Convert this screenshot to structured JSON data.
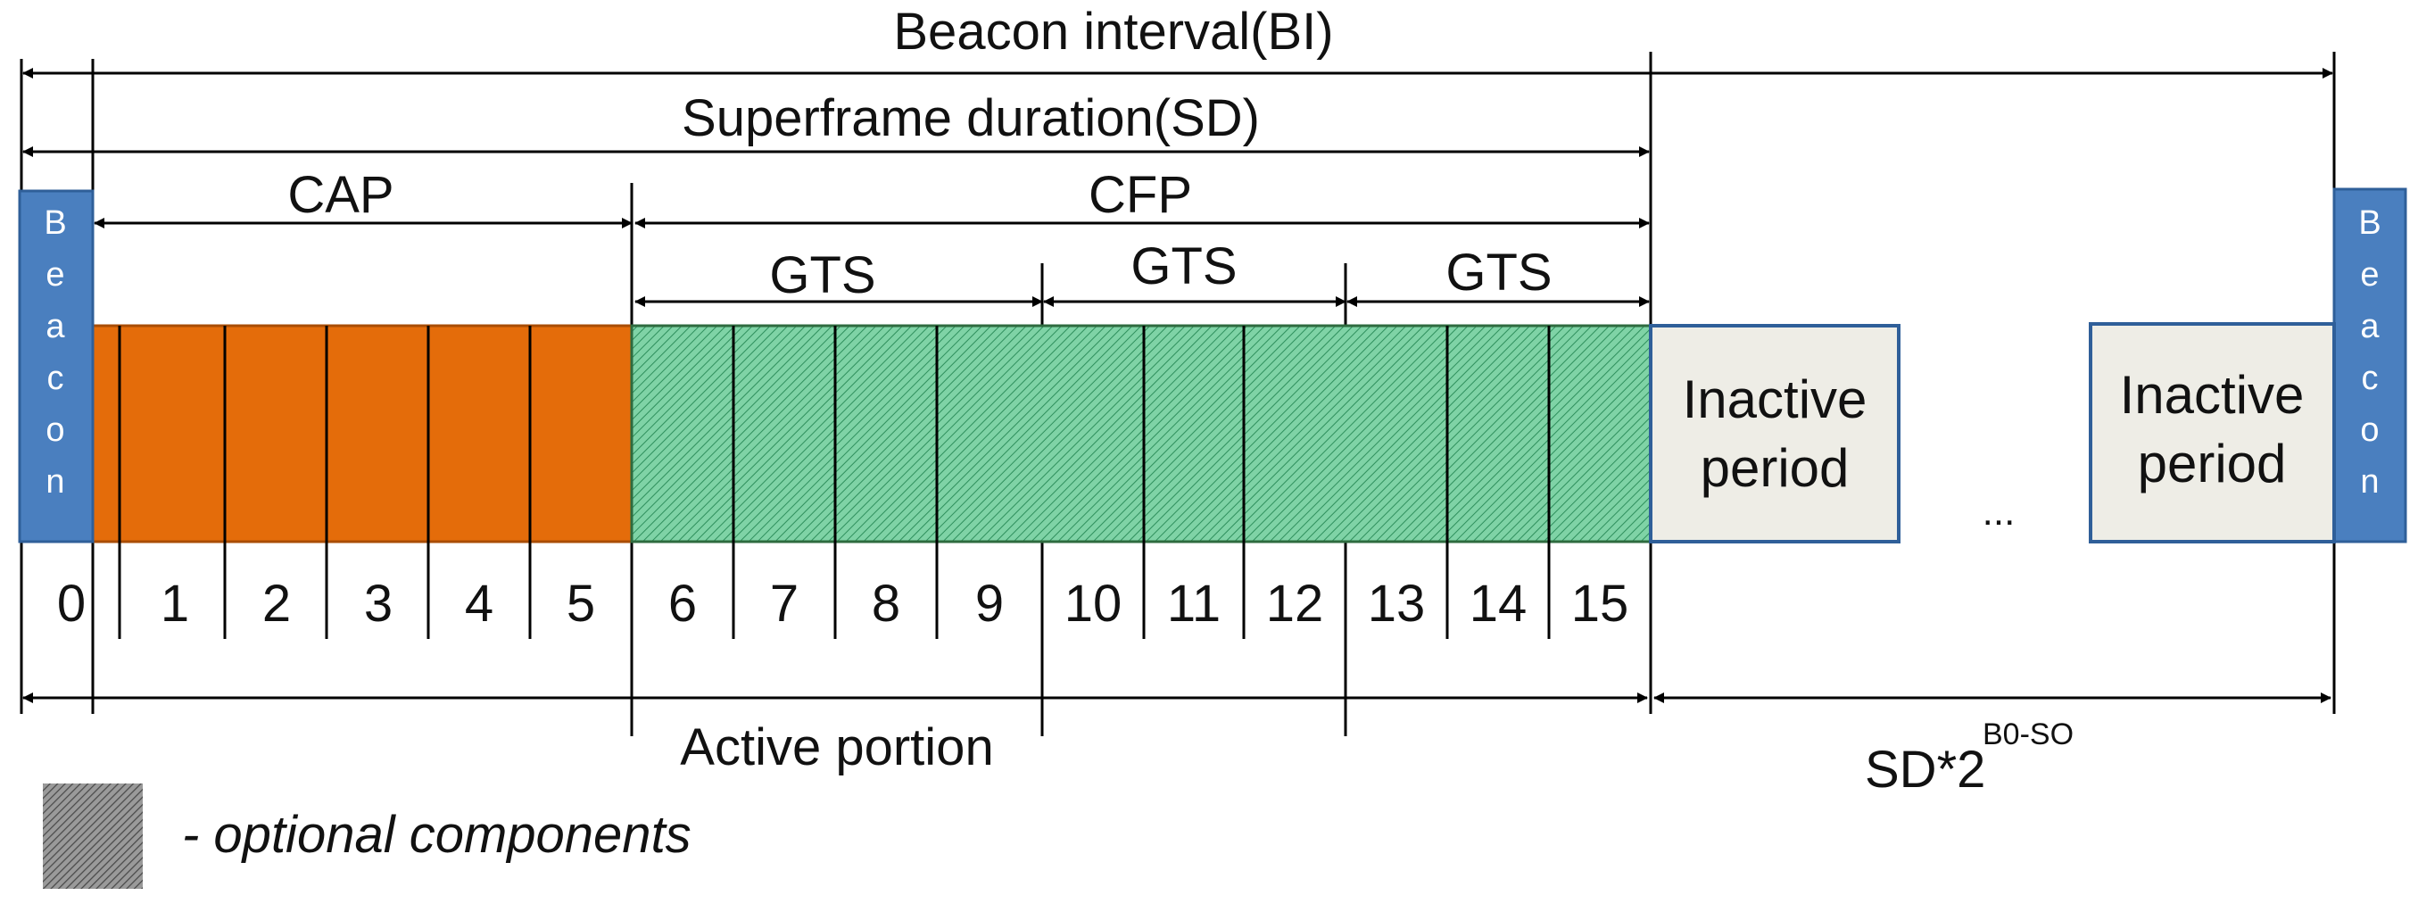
{
  "labels": {
    "beacon_interval": "Beacon interval(BI)",
    "superframe_duration": "Superframe duration(SD)",
    "cap": "CAP",
    "cfp": "CFP",
    "gts": [
      "GTS",
      "GTS",
      "GTS"
    ],
    "inactive_period": [
      "Inactive",
      "period"
    ],
    "beacon_letters": [
      "B",
      "e",
      "a",
      "c",
      "o",
      "n"
    ],
    "ellipsis": "...",
    "active_portion": "Active portion",
    "sd_formula_base": "SD*2",
    "sd_formula_exponent": "B0-SO",
    "legend_text": "- optional components"
  },
  "slots": [
    "0",
    "1",
    "2",
    "3",
    "4",
    "5",
    "6",
    "7",
    "8",
    "9",
    "10",
    "11",
    "12",
    "13",
    "14",
    "15"
  ],
  "colors": {
    "beacon": "#4a7fbf",
    "beacon_border": "#2f5f99",
    "cap": "#e46c0a",
    "cfp": "#7fd3a6",
    "cfp_hatch": "#2e8f5c",
    "inactive_fill": "#eeede6",
    "inactive_border": "#2f5f99",
    "line": "#000000",
    "legend": "#7f7f7f"
  }
}
